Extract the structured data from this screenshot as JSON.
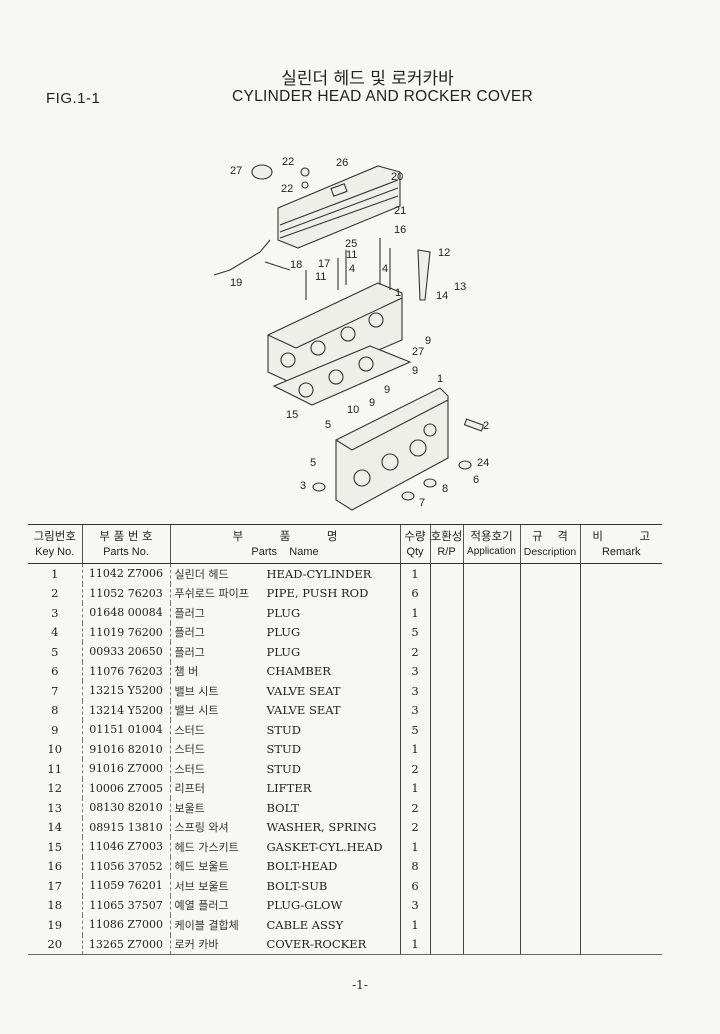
{
  "figure_label": "FIG.1-1",
  "title_ko": "실린더 헤드 및 로커카바",
  "title_en": "CYLINDER HEAD AND ROCKER COVER",
  "diagram_callouts": [
    "27",
    "22",
    "26",
    "20",
    "22",
    "21",
    "16",
    "25",
    "11",
    "12",
    "17",
    "4",
    "4",
    "18",
    "11",
    "13",
    "19",
    "14",
    "1",
    "9",
    "27",
    "9",
    "9",
    "10",
    "9",
    "15",
    "1",
    "5",
    "2",
    "24",
    "5",
    "6",
    "3",
    "8",
    "7"
  ],
  "table": {
    "headers": [
      {
        "ko": "그림번호",
        "en": "Key No."
      },
      {
        "ko": "부 품 번 호",
        "en": "Parts No."
      },
      {
        "ko": "부          품          명",
        "en": "Parts    Name"
      },
      {
        "ko": "수량",
        "en": "Qty"
      },
      {
        "ko": "호환성",
        "en": "R/P"
      },
      {
        "ko": "적용호기",
        "en": "Application"
      },
      {
        "ko": "규    격",
        "en": "Description"
      },
      {
        "ko": "비          고",
        "en": "Remark"
      }
    ],
    "rows": [
      {
        "key": "1",
        "part_no": "11042 Z7006",
        "name_ko": "실린더 헤드",
        "name_en": "HEAD-CYLINDER",
        "qty": "1"
      },
      {
        "key": "2",
        "part_no": "11052 76203",
        "name_ko": "푸쉬로드 파이프",
        "name_en": "PIPE, PUSH ROD",
        "qty": "6"
      },
      {
        "key": "3",
        "part_no": "01648 00084",
        "name_ko": "플러그",
        "name_en": "PLUG",
        "qty": "1"
      },
      {
        "key": "4",
        "part_no": "11019 76200",
        "name_ko": "플러그",
        "name_en": "PLUG",
        "qty": "5"
      },
      {
        "key": "5",
        "part_no": "00933 20650",
        "name_ko": "플러그",
        "name_en": "PLUG",
        "qty": "2"
      },
      {
        "key": "6",
        "part_no": "11076 76203",
        "name_ko": "챔  버",
        "name_en": "CHAMBER",
        "qty": "3"
      },
      {
        "key": "7",
        "part_no": "13215 Y5200",
        "name_ko": "밸브 시트",
        "name_en": "VALVE  SEAT",
        "qty": "3"
      },
      {
        "key": "8",
        "part_no": "13214 Y5200",
        "name_ko": "밸브 시트",
        "name_en": "VALVE  SEAT",
        "qty": "3"
      },
      {
        "key": "9",
        "part_no": "01151 01004",
        "name_ko": "스터드",
        "name_en": "STUD",
        "qty": "5"
      },
      {
        "key": "10",
        "part_no": "91016 82010",
        "name_ko": "스터드",
        "name_en": "STUD",
        "qty": "1"
      },
      {
        "key": "11",
        "part_no": "91016 Z7000",
        "name_ko": "스터드",
        "name_en": "STUD",
        "qty": "2"
      },
      {
        "key": "12",
        "part_no": "10006 Z7005",
        "name_ko": "리프터",
        "name_en": "LIFTER",
        "qty": "1"
      },
      {
        "key": "13",
        "part_no": "08130 82010",
        "name_ko": "보울트",
        "name_en": "BOLT",
        "qty": "2"
      },
      {
        "key": "14",
        "part_no": "08915 13810",
        "name_ko": "스프링 와셔",
        "name_en": "WASHER, SPRING",
        "qty": "2"
      },
      {
        "key": "15",
        "part_no": "11046 Z7003",
        "name_ko": "헤드 가스키트",
        "name_en": "GASKET-CYL.HEAD",
        "qty": "1"
      },
      {
        "key": "16",
        "part_no": "11056 37052",
        "name_ko": "헤드 보울트",
        "name_en": "BOLT-HEAD",
        "qty": "8"
      },
      {
        "key": "17",
        "part_no": "11059 76201",
        "name_ko": "서브 보울트",
        "name_en": "BOLT-SUB",
        "qty": "6"
      },
      {
        "key": "18",
        "part_no": "11065 37507",
        "name_ko": "예열 플러그",
        "name_en": "PLUG-GLOW",
        "qty": "3"
      },
      {
        "key": "19",
        "part_no": "11086 Z7000",
        "name_ko": "케이블 결합체",
        "name_en": "CABLE ASSY",
        "qty": "1"
      },
      {
        "key": "20",
        "part_no": "13265 Z7000",
        "name_ko": "로커 카바",
        "name_en": "COVER-ROCKER",
        "qty": "1"
      }
    ]
  },
  "page_number": "-1-"
}
